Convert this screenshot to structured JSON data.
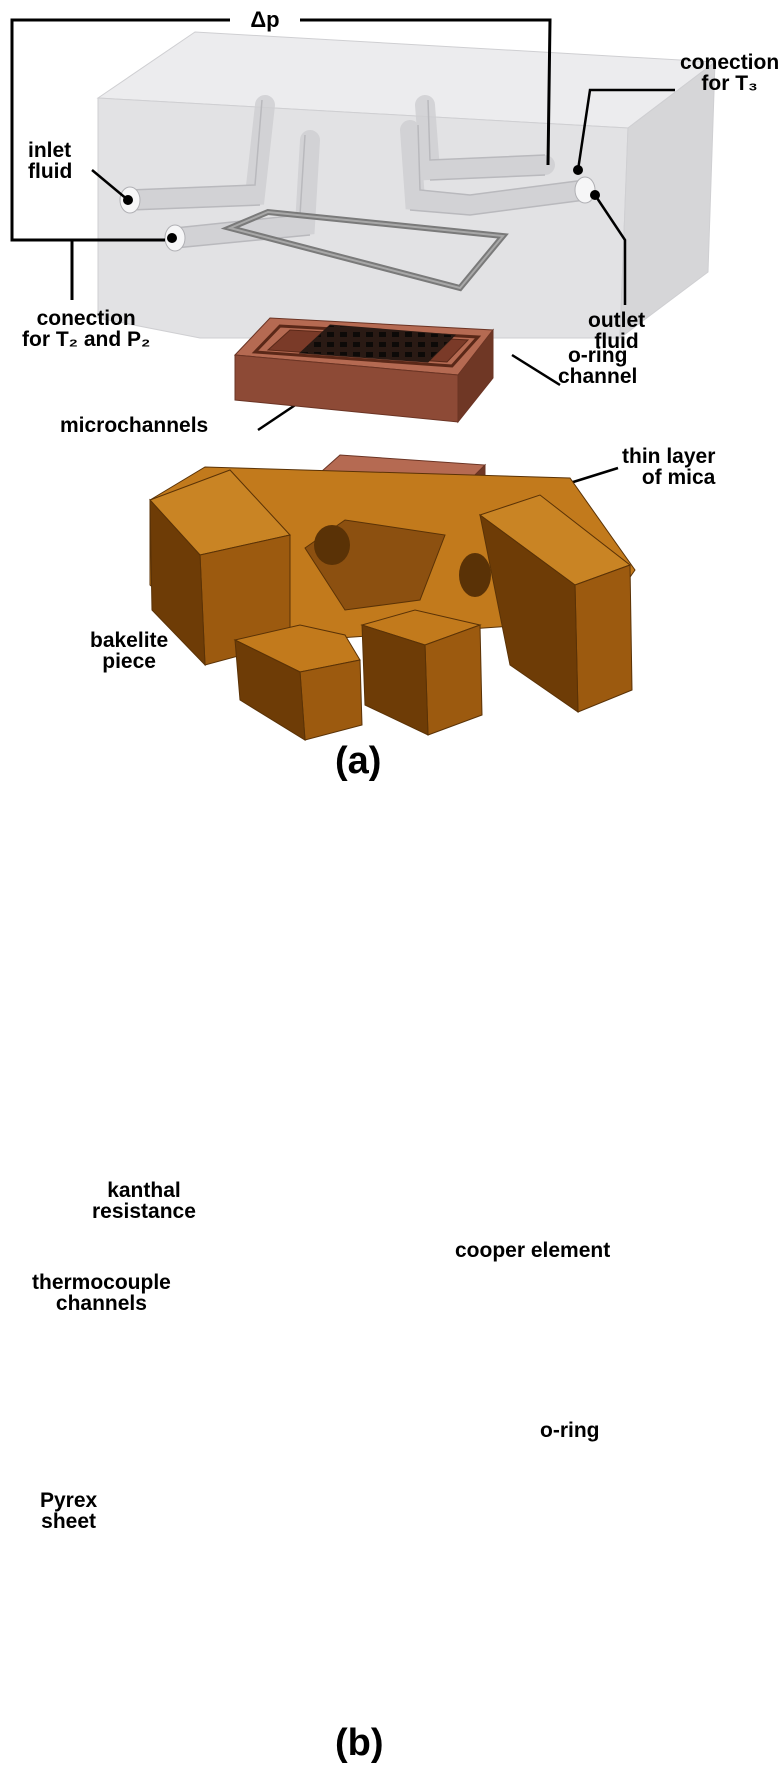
{
  "panel_a": {
    "delta_p": "Δp",
    "conection_t3": [
      "conection",
      "for T₃"
    ],
    "inlet_fluid": [
      "inlet",
      "fluid"
    ],
    "outlet_fluid": [
      "outlet",
      "fluid"
    ],
    "conection_t2_p2": [
      "conection",
      "for T₂ and P₂"
    ],
    "o_ring_channel": [
      "o-ring",
      "channel"
    ],
    "microchannels": "microchannels",
    "thin_layer_mica": [
      "thin layer",
      "of mica"
    ],
    "bakelite_piece": [
      "bakelite",
      "piece"
    ],
    "caption": "(a)"
  },
  "panel_b": {
    "kanthal_resistance": [
      "kanthal",
      "resistance"
    ],
    "cooper_element": "cooper element",
    "thermocouple_channels": [
      "thermocouple",
      "channels"
    ],
    "o_ring": "o-ring",
    "pyrex_sheet": [
      "Pyrex",
      "sheet"
    ],
    "caption": "(b)"
  },
  "colors": {
    "bakelite_top": "#c27a1c",
    "bakelite_front": "#9c5a0f",
    "bakelite_side": "#6e3c06",
    "copper_top": "#b56a52",
    "copper_front": "#8d4a36",
    "pyrex": "#e4e4e6",
    "oring": "#5a5a5a"
  }
}
